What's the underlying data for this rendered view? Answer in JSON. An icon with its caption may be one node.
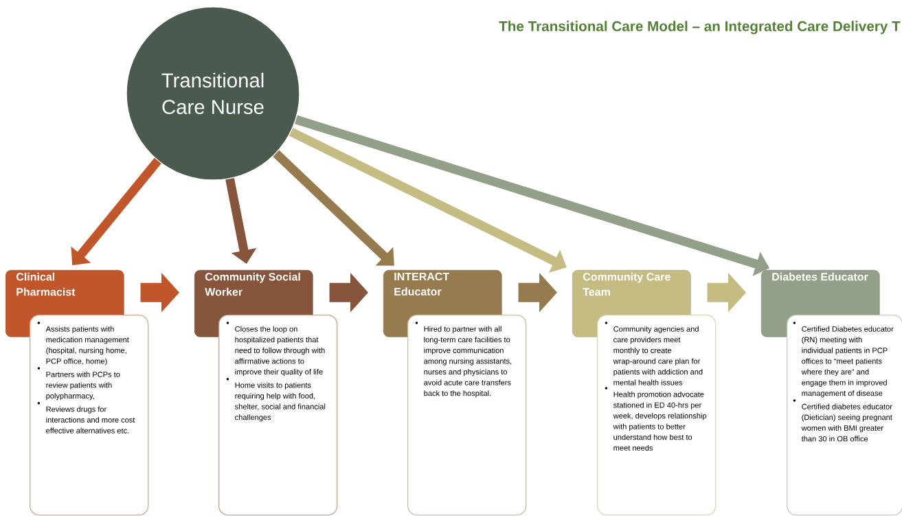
{
  "diagram": {
    "title": "The Transitional Care Model – an Integrated Care Delivery T",
    "nodes": [
      {
        "text": [
          "Transitional Care Nurse"
        ]
      },
      {
        "text": [
          "Clinical Pharmacist"
        ]
      },
      {
        "text": [
          "Assists patients with medication management (hospital, nursing home, PCP office, home)",
          "Partners with PCPs to review patients with polypharmacy,",
          "Reviews drugs for interactions and more cost effective alternatives etc."
        ]
      },
      {
        "text": [
          "Community Social Worker"
        ]
      },
      {
        "text": [
          "Closes the loop on hospitalized patients that need to follow through with affirmative actions to improve their quality of life",
          "Home visits to patients requiring help with food, shelter, social and financial challenges"
        ]
      },
      {
        "text": [
          "INTERACT Educator"
        ]
      },
      {
        "text": [
          "Hired to partner with all long-term care facilities to improve communication among nursing assistants, nurses and physicians to avoid acute care transfers back to the hospital."
        ]
      },
      {
        "text": [
          "Community Care Team"
        ]
      },
      {
        "text": [
          "Community agencies and care providers meet monthly to create wrap-around care plan for patients with addiction and mental health issues",
          "Health promotion advocate stationed in ED 40-hrs per week, develops relationship with patients to better understand how best to meet needs"
        ]
      },
      {
        "text": [
          "Diabetes Educator"
        ]
      },
      {
        "text": [
          "Certified Diabetes educator (RN) meeting with individual patients in PCP offices to “meet patients where they are” and engage them in improved management of disease",
          "Certified diabetes educator (Dietician) seeing pregnant women with BMI greater than 30 in OB office"
        ]
      }
    ],
    "edges": [
      {
        "from": 0,
        "to": 1,
        "arrow": "to",
        "color": "#c0562a"
      },
      {
        "from": 0,
        "to": 3,
        "arrow": "to",
        "color": "#87553b"
      },
      {
        "from": 0,
        "to": 5,
        "arrow": "to",
        "color": "#967b4f"
      },
      {
        "from": 0,
        "to": 7,
        "arrow": "to",
        "color": "#c4bc82"
      },
      {
        "from": 0,
        "to": 9,
        "arrow": "to",
        "color": "#939f88"
      },
      {
        "from": 1,
        "to": 3,
        "arrow": "to",
        "color": "#c0562a",
        "style": "thick"
      },
      {
        "from": 3,
        "to": 5,
        "arrow": "to",
        "color": "#87553b",
        "style": "thick"
      },
      {
        "from": 5,
        "to": 7,
        "arrow": "to",
        "color": "#967b4f",
        "style": "thick"
      },
      {
        "from": 7,
        "to": 9,
        "arrow": "to",
        "color": "#c4bc82",
        "style": "thick"
      }
    ]
  }
}
